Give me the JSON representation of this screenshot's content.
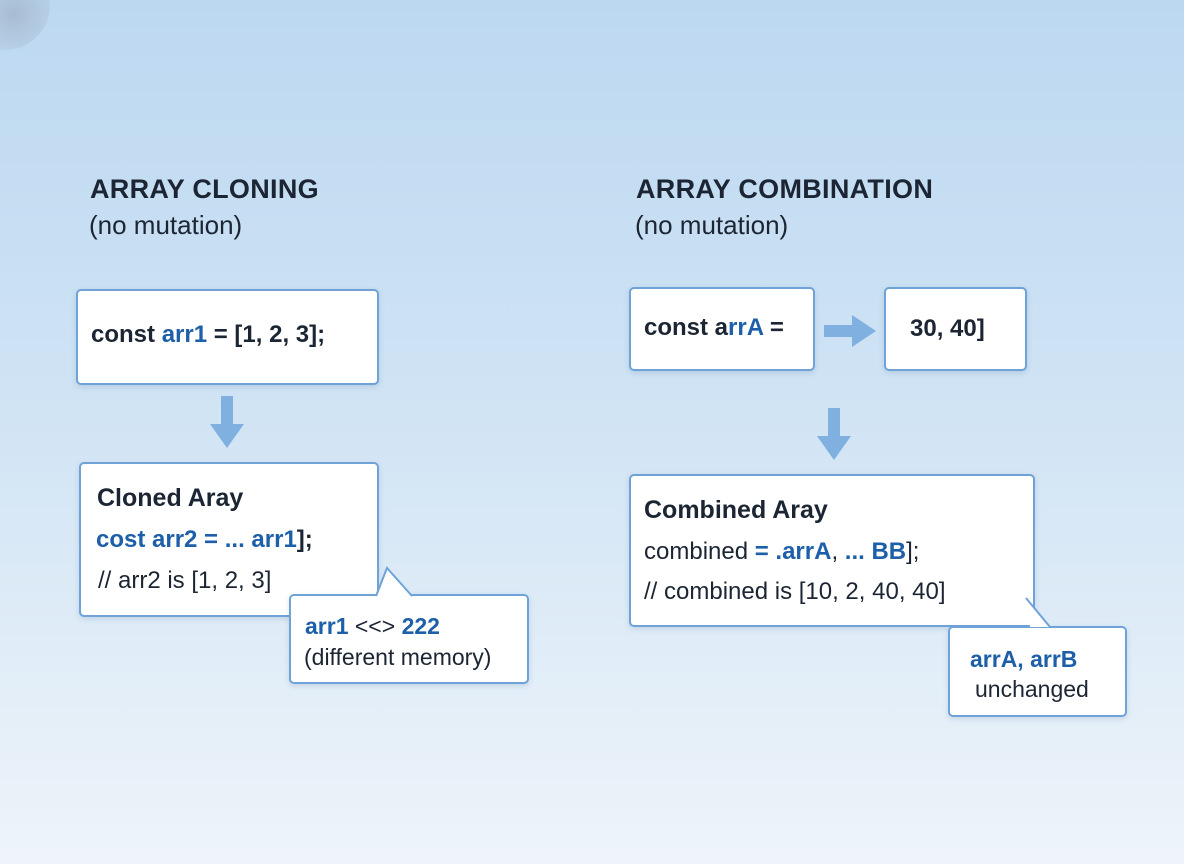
{
  "left_panel": {
    "title": "ARRAY CLONING",
    "subtitle": "(no mutation)",
    "source_box": {
      "prefix": "const ",
      "var": "arr1",
      "suffix": " = [1, 2, 3];"
    },
    "result_box": {
      "heading": "Cloned Aray",
      "line1_a": "cost arr2 = ... arr1",
      "line1_b": "];",
      "comment": "// arr2 is [1, 2, 3]"
    },
    "callout": {
      "line1_a": "arr1",
      "line1_b": " <<> ",
      "line1_c": "222",
      "line2": "(different memory)"
    }
  },
  "right_panel": {
    "title": "ARRAY COMBINATION",
    "subtitle": "(no mutation)",
    "source_box": {
      "prefix": "const a",
      "var": "rrA",
      "suffix": " ="
    },
    "second_box": {
      "text": "30, 40]"
    },
    "result_box": {
      "heading": "Combined Aray",
      "line1_a": "combined ",
      "line1_b": "= .arrA",
      "line1_c": ", ",
      "line1_d": "... BB",
      "line1_e": "];",
      "comment": "// combined is [10, 2, 40, 40]"
    },
    "callout": {
      "line1": "arrA, arrB",
      "line2": "unchanged"
    }
  },
  "colors": {
    "accent": "#1d5fa8",
    "border": "#6fa3d8",
    "arrow": "#7fb0e0"
  }
}
